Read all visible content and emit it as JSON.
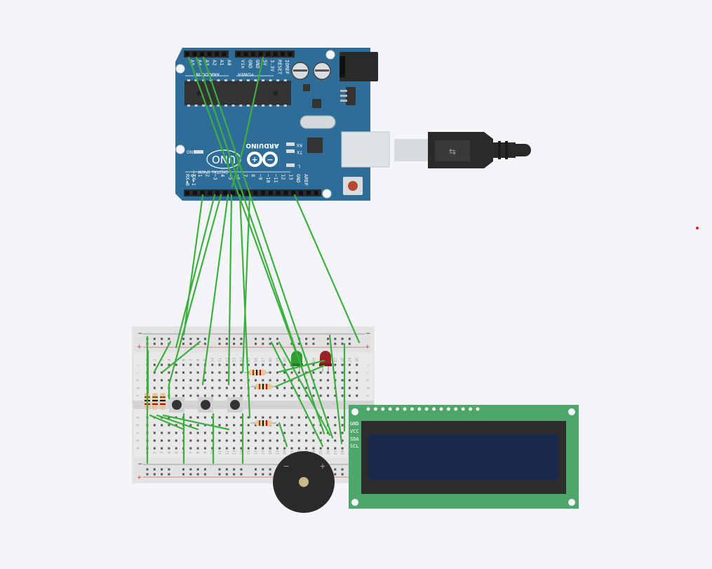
{
  "arduino": {
    "board_name": "UNO",
    "brand": "ARDUINO",
    "analog_header_label": "ANALOG IN",
    "power_header_label": "POWER",
    "digital_header_label": "DIGITAL (PWM~)",
    "analog_pins": [
      "A5",
      "A4",
      "A3",
      "A2",
      "A1",
      "A0"
    ],
    "power_pins": [
      "Vin",
      "GND",
      "GND",
      "5V",
      "3.3V",
      "RESET",
      "IOREF"
    ],
    "digital_pins": [
      "0",
      "1",
      "2",
      "~3",
      "4",
      "~5",
      "~6",
      "7",
      "8",
      "~9",
      "~10",
      "~11",
      "12",
      "13",
      "GND",
      "AREF"
    ],
    "digital_pin_labels_extra": [
      "RX◄0",
      "TX►1"
    ],
    "led_on_label": "ON",
    "led_tx_label": "TX",
    "led_rx_label": "RX",
    "led_l_label": "L"
  },
  "breadboard": {
    "column_numbers": [
      "1",
      "2",
      "3",
      "4",
      "5",
      "6",
      "7",
      "8",
      "9",
      "10",
      "11",
      "12",
      "13",
      "14",
      "15",
      "16",
      "17",
      "18",
      "19",
      "20",
      "21",
      "22",
      "23",
      "24",
      "25",
      "26",
      "27",
      "28",
      "29",
      "30"
    ],
    "row_letters_top": [
      "j",
      "i",
      "h",
      "g",
      "f"
    ],
    "row_letters_bottom": [
      "e",
      "d",
      "c",
      "b",
      "a"
    ],
    "rail_minus": "−",
    "rail_plus": "+"
  },
  "lcd": {
    "pins": [
      "GND",
      "VCC",
      "SDA",
      "SCL"
    ]
  },
  "buzzer": {
    "minus": "−",
    "plus": "+"
  },
  "colors": {
    "background": "#f3f5f8",
    "board_blue": "#2f6d99",
    "wire_green": "#3daf3f",
    "lcd_pcb": "#4ea66a",
    "lcd_screen": "#1a2a4a",
    "led_green": "#2e9d34",
    "led_red": "#9b2228"
  }
}
